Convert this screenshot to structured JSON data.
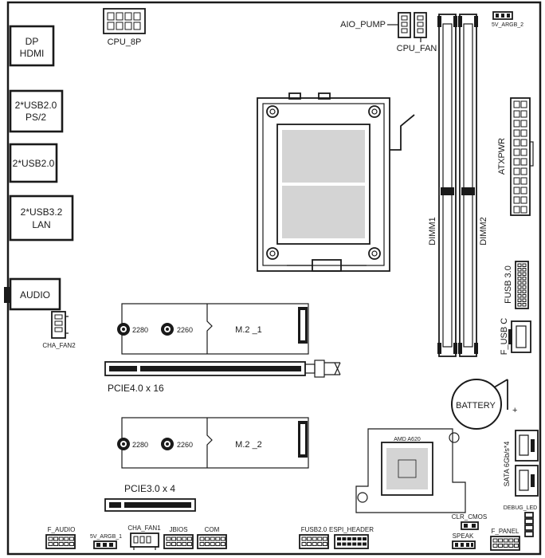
{
  "colors": {
    "ink": "#1a1a1a",
    "paper": "#ffffff",
    "socket_grey": "#d4d4d4"
  },
  "io": {
    "dp_hdmi": [
      "DP",
      "HDMI"
    ],
    "usb2_ps2": [
      "2*USB2.0",
      "PS/2"
    ],
    "usb2": [
      "2*USB2.0"
    ],
    "usb3_lan": [
      "2*USB3.2",
      "LAN"
    ],
    "audio": "AUDIO"
  },
  "headers": {
    "cpu_8p": "CPU_8P",
    "aio_pump": "AIO_PUMP",
    "cpu_fan": "CPU_FAN",
    "argb_2": "5V_ARGB_2",
    "atxpwr": "ATXPWR",
    "dimm1": "DIMM1",
    "dimm2": "DIMM2",
    "fusb3": "FUSB 3.0",
    "fusbc": "F_USB C",
    "cha_fan2": "CHA_FAN2",
    "battery": "BATTERY",
    "battery_plus": "+",
    "chipset": "AMD A620",
    "sata": "SATA 6Gb/s*4",
    "debug_led": "DEBUG_LED",
    "clr_cmos": "CLR_CMOS",
    "speak": "SPEAK",
    "f_panel": "F_PANEL",
    "f_audio": "F_AUDIO",
    "argb_1": "5V_ARGB_1",
    "cha_fan1": "CHA_FAN1",
    "jbios": "JBIOS",
    "com": "COM",
    "fusb2": "FUSB2.0",
    "espi": "ESPI_HEADER"
  },
  "m2": {
    "slot1": {
      "label": "M.2 _1",
      "len_a": "2280",
      "len_b": "2260"
    },
    "slot2": {
      "label": "M.2 _2",
      "len_a": "2280",
      "len_b": "2260"
    }
  },
  "pcie": {
    "slot1": "PCIE4.0 x 16",
    "slot2": "PCIE3.0 x 4"
  }
}
